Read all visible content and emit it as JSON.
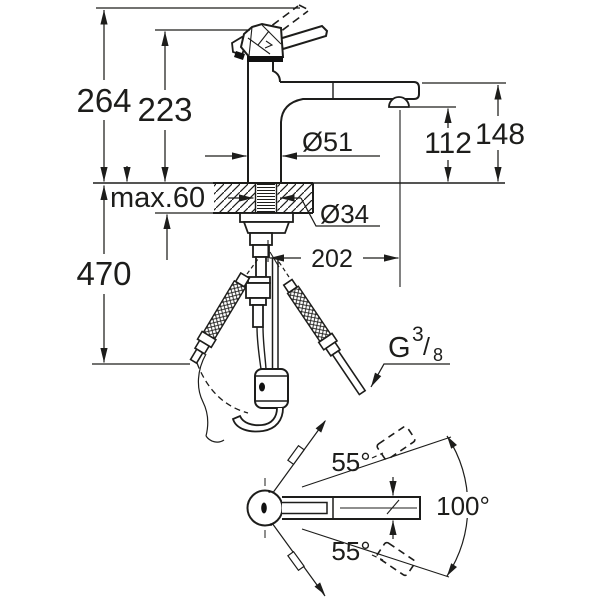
{
  "drawing": {
    "kind": "faucet installation dimension drawing",
    "colors": {
      "line": "#1d1d1b",
      "background": "#ffffff"
    },
    "labels": {
      "overall_height": "264",
      "lever_height": "223",
      "hose_length": "470",
      "max_counter_thickness": "max.60",
      "body_diameter": "Ø51",
      "hole_diameter": "Ø34",
      "outlet_height": "112",
      "spout_height": "148",
      "spout_reach": "202",
      "thread": {
        "g": "G",
        "num": "3",
        "slash": "/",
        "den": "8"
      },
      "swivel_upper": "55°",
      "swivel_total": "100°",
      "swivel_lower": "55°"
    }
  }
}
